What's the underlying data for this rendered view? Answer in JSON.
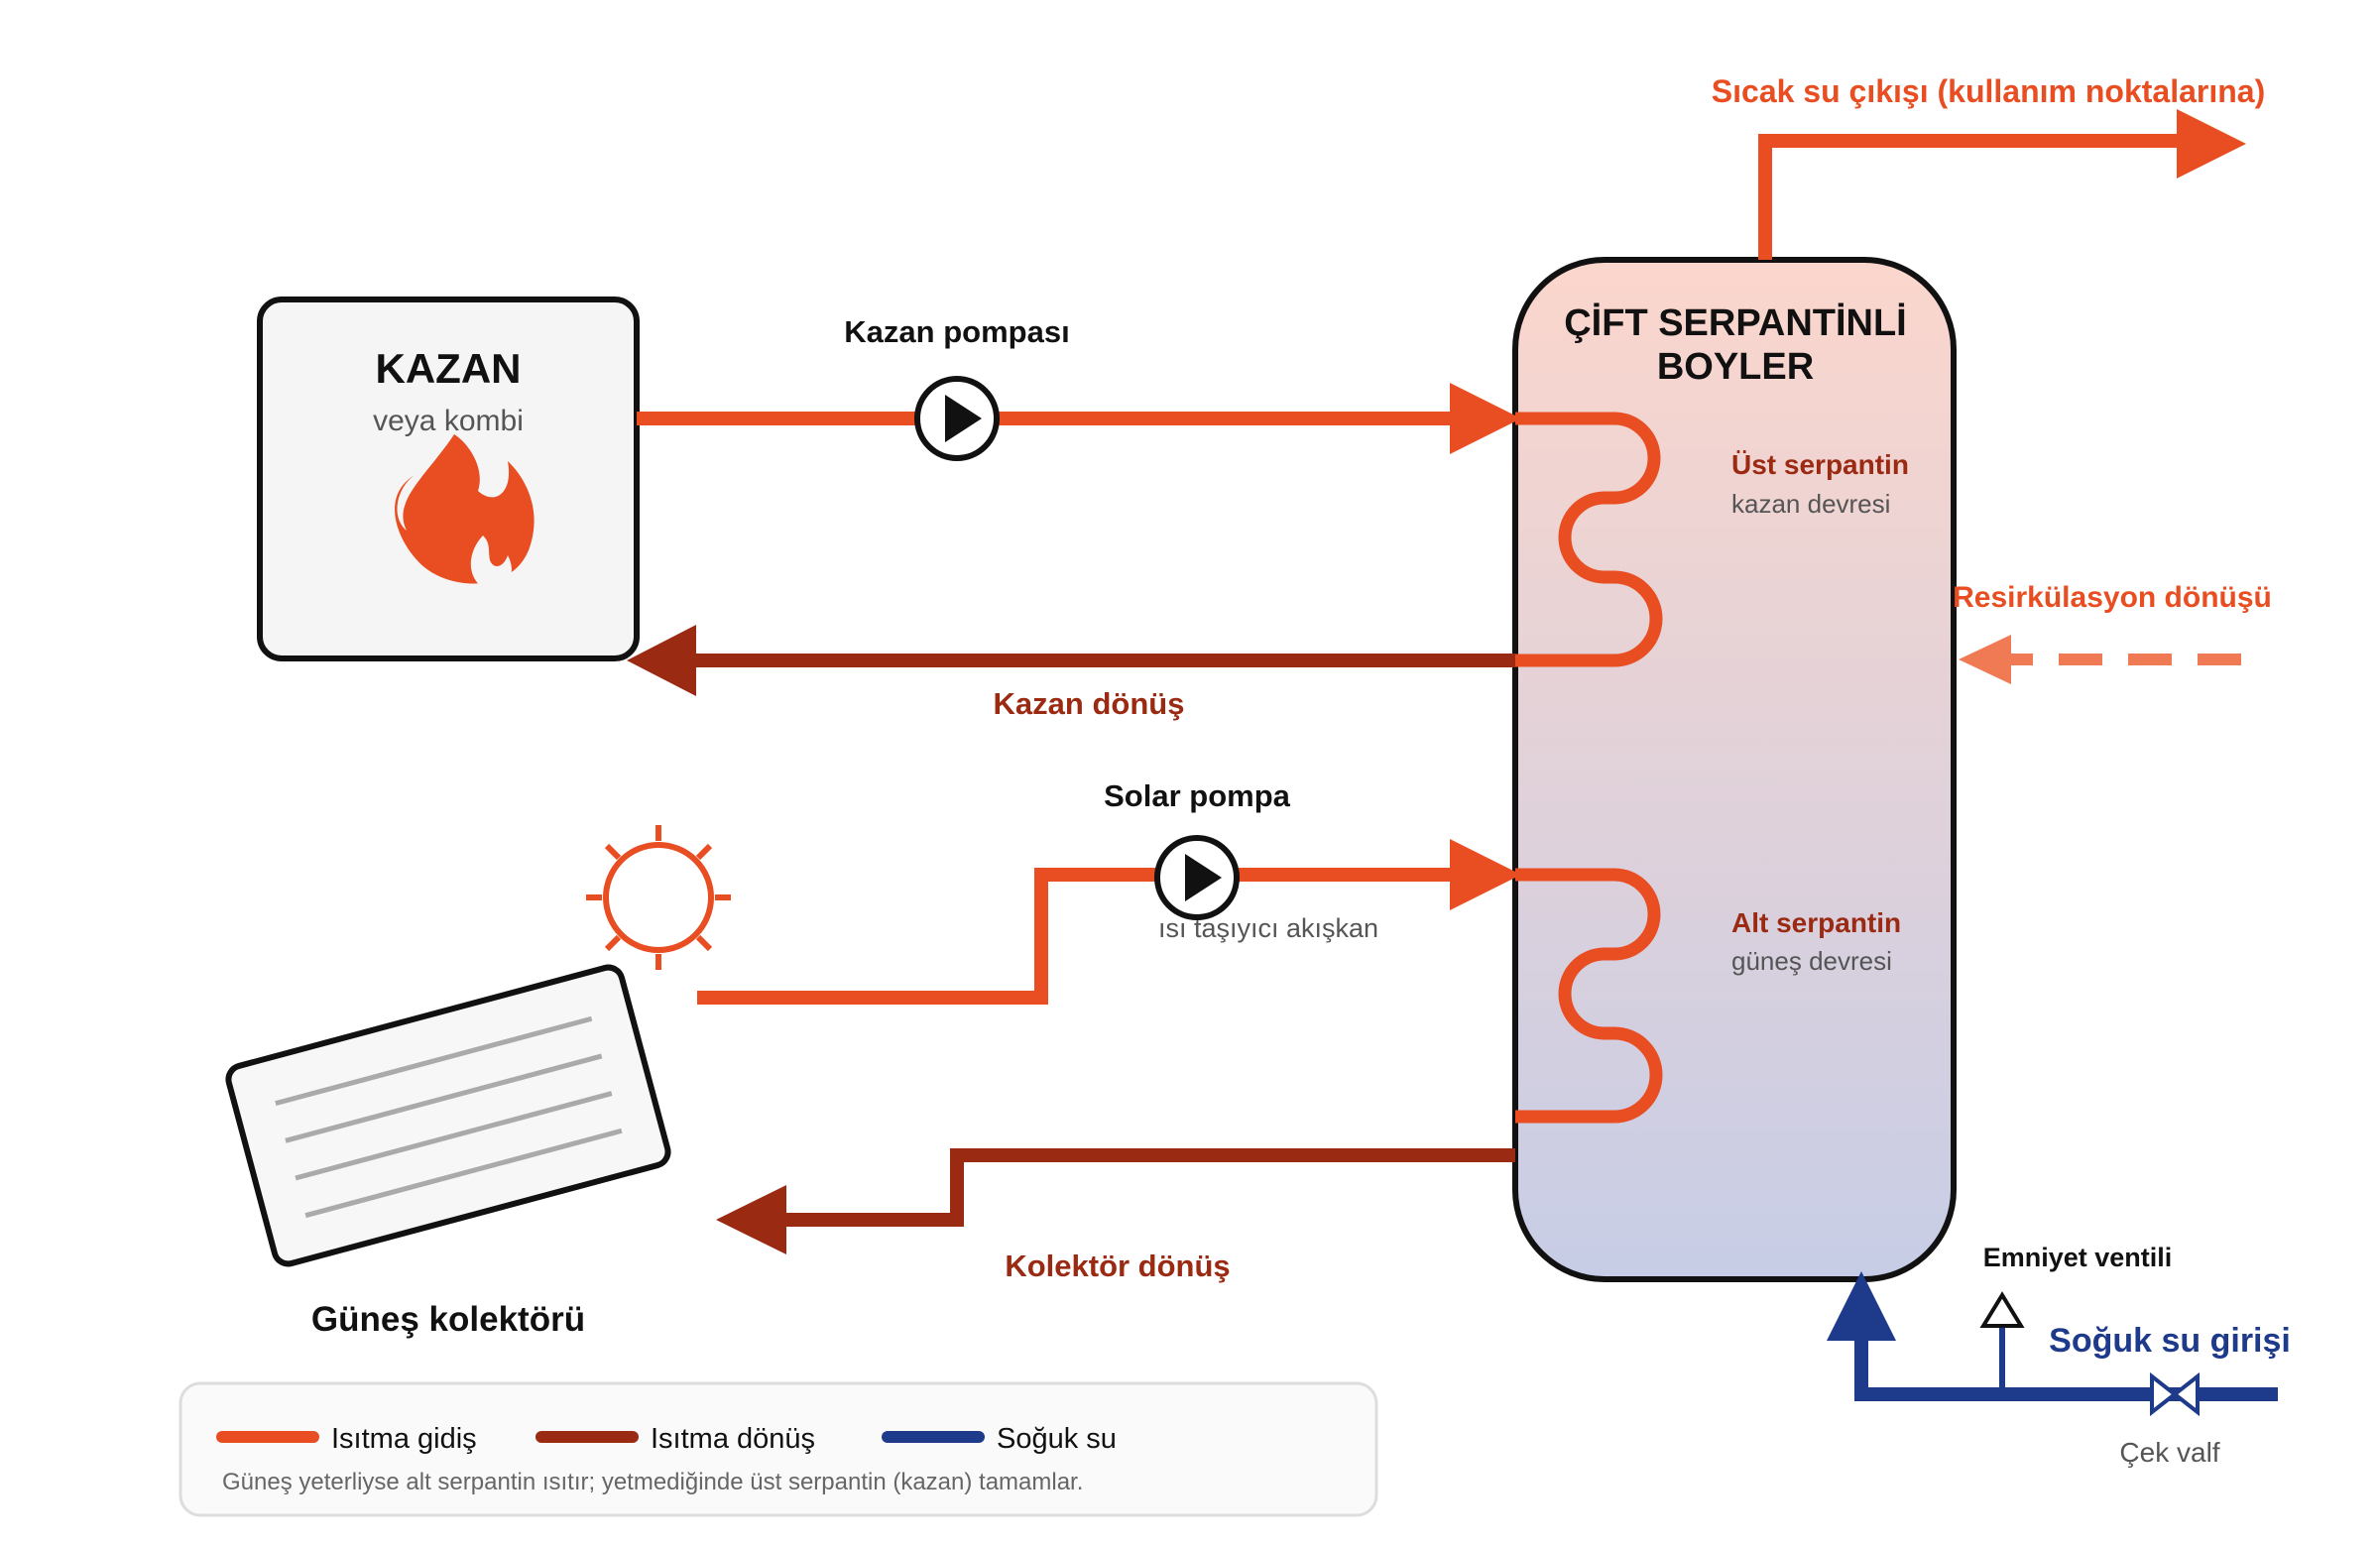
{
  "boiler": {
    "title_line1": "ÇİFT SERPANTİNLİ",
    "title_line2": "BOYLER",
    "upper_coil_label": "Üst serpantin",
    "upper_coil_sub": "kazan devresi",
    "lower_coil_label": "Alt serpantin",
    "lower_coil_sub": "güneş devresi"
  },
  "kazan": {
    "title": "KAZAN",
    "subtitle": "veya kombi",
    "icon": "flame-icon"
  },
  "flows": {
    "hot_water_out": "Sıcak su çıkışı (kullanım noktalarına)",
    "kazan_pump": "Kazan pompası",
    "kazan_return": "Kazan dönüş",
    "recirculation_return": "Resirkülasyon dönüşü",
    "solar_pump": "Solar pompa",
    "heat_transfer_fluid": "ısı taşıyıcı akışkan",
    "collector_return": "Kolektör dönüş",
    "safety_valve": "Emniyet ventili",
    "cold_water_in": "Soğuk su girişi",
    "check_valve": "Çek valf"
  },
  "collector": {
    "label": "Güneş kolektörü",
    "icon": "sun-icon"
  },
  "legend": {
    "items": [
      {
        "label": "Isıtma gidiş",
        "color": "#e84e22"
      },
      {
        "label": "Isıtma dönüş",
        "color": "#9b2a12"
      },
      {
        "label": "Soğuk su",
        "color": "#1e3a8a"
      }
    ],
    "note": "Güneş yeterliyse alt serpantin ısıtır; yetmediğinde üst serpantin (kazan) tamamlar."
  },
  "colors": {
    "hot": "#e84e22",
    "return": "#9b2a12",
    "cold": "#1e3a8a",
    "outline": "#111111"
  }
}
